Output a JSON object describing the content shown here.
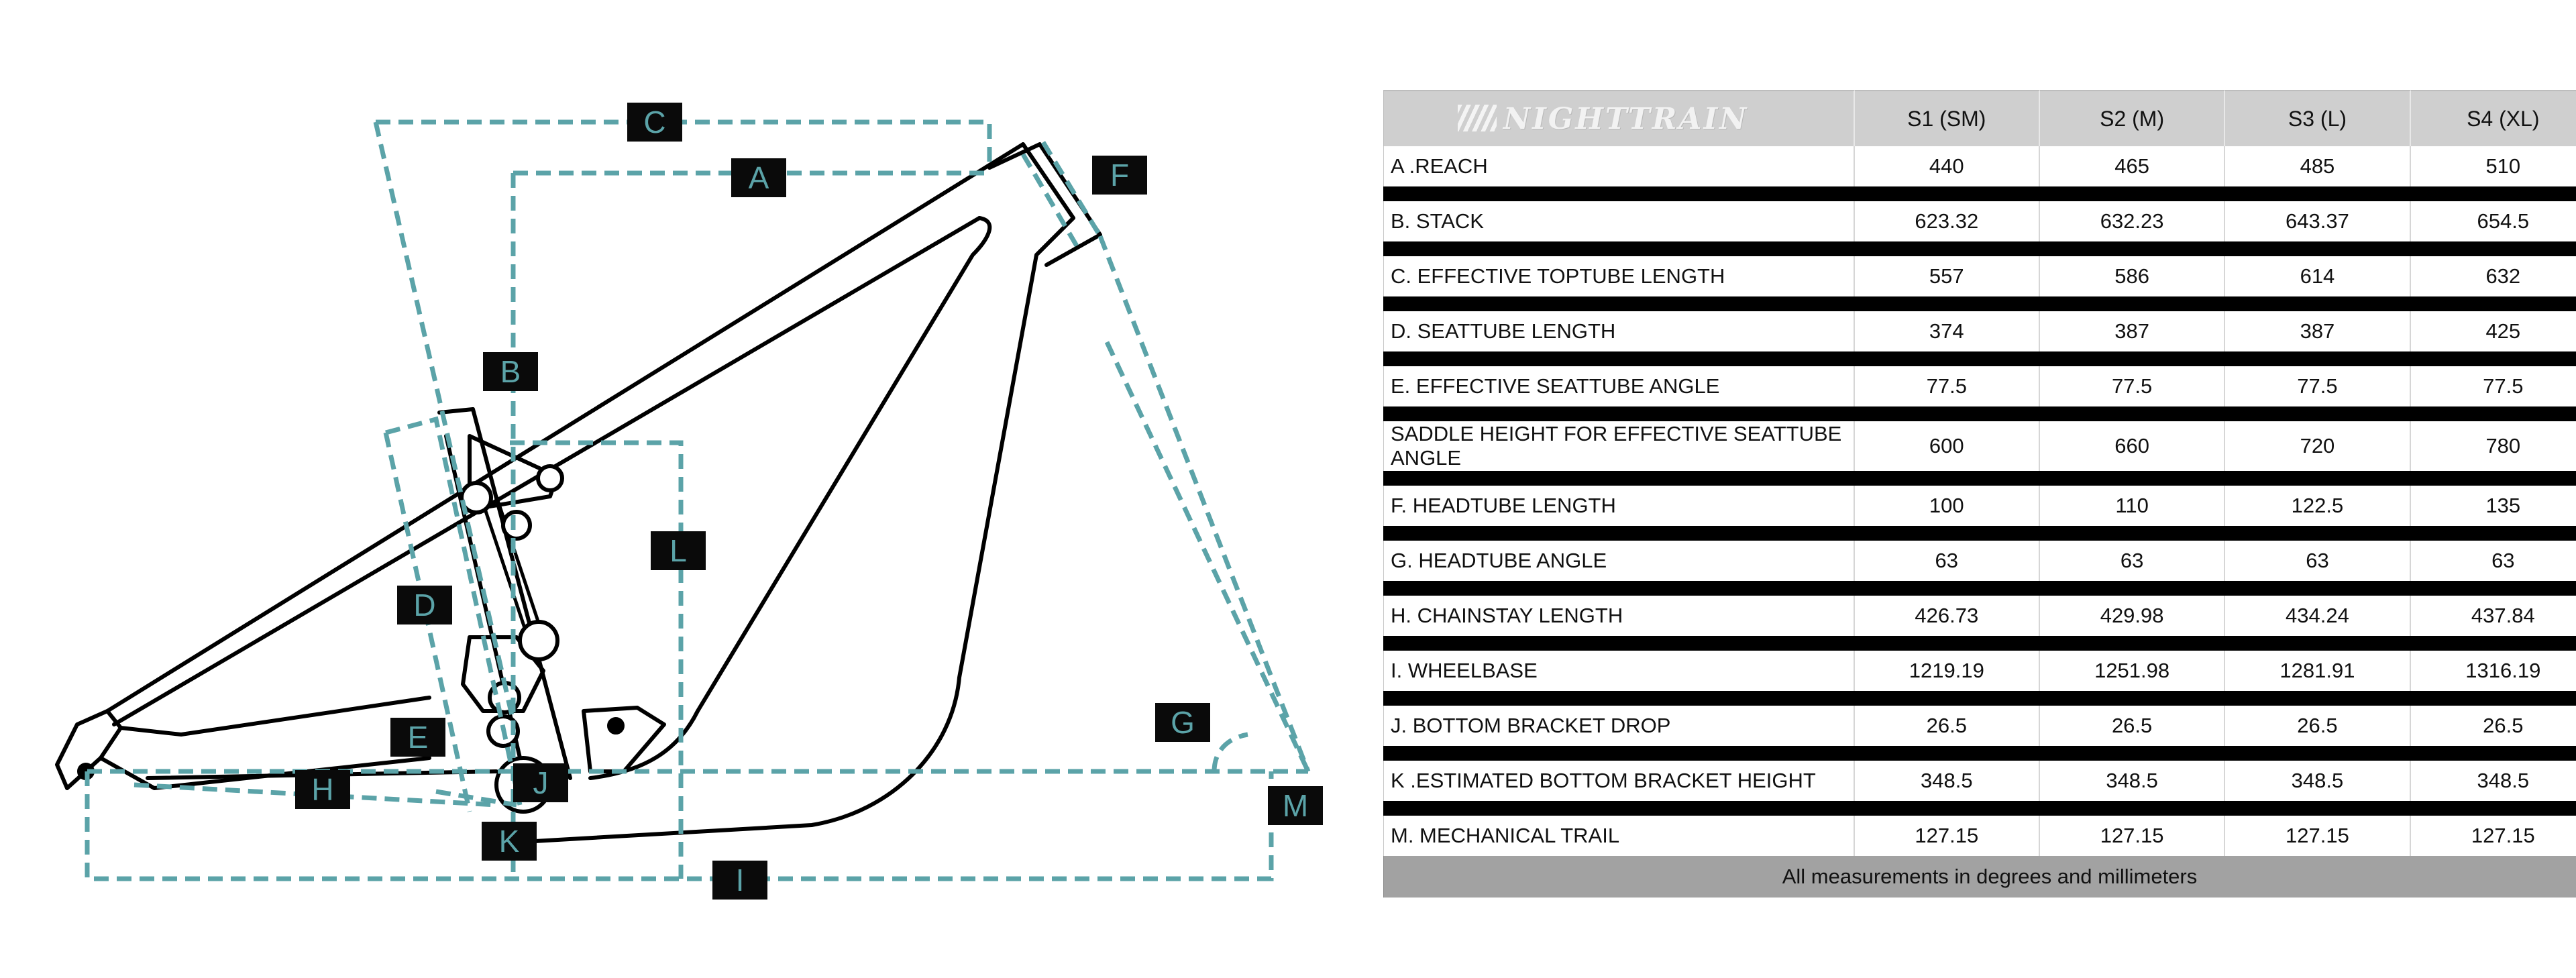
{
  "diagram": {
    "labels": [
      "A",
      "B",
      "C",
      "D",
      "E",
      "F",
      "G",
      "H",
      "I",
      "J",
      "K",
      "L",
      "M"
    ],
    "dim_color": "#5ba3a8",
    "box_color": "#0a0a0a"
  },
  "table": {
    "logo_text": "NIGHTTRAIN",
    "headers": [
      "S1 (SM)",
      "S2 (M)",
      "S3 (L)",
      "S4 (XL)"
    ],
    "rows": [
      {
        "label": "A .REACH",
        "values": [
          "440",
          "465",
          "485",
          "510"
        ]
      },
      {
        "label": "B. STACK",
        "values": [
          "623.32",
          "632.23",
          "643.37",
          "654.5"
        ]
      },
      {
        "label": "C. EFFECTIVE TOPTUBE LENGTH",
        "values": [
          "557",
          "586",
          "614",
          "632"
        ]
      },
      {
        "label": "D. SEATTUBE LENGTH",
        "values": [
          "374",
          "387",
          "387",
          "425"
        ]
      },
      {
        "label": "E. EFFECTIVE SEATTUBE ANGLE",
        "values": [
          "77.5",
          "77.5",
          "77.5",
          "77.5"
        ]
      },
      {
        "label": "SADDLE HEIGHT FOR EFFECTIVE SEATTUBE ANGLE",
        "values": [
          "600",
          "660",
          "720",
          "780"
        ]
      },
      {
        "label": "F. HEADTUBE LENGTH",
        "values": [
          "100",
          "110",
          "122.5",
          "135"
        ]
      },
      {
        "label": "G. HEADTUBE ANGLE",
        "values": [
          "63",
          "63",
          "63",
          "63"
        ]
      },
      {
        "label": "H. CHAINSTAY LENGTH",
        "values": [
          "426.73",
          "429.98",
          "434.24",
          "437.84"
        ]
      },
      {
        "label": "I. WHEELBASE",
        "values": [
          "1219.19",
          "1251.98",
          "1281.91",
          "1316.19"
        ]
      },
      {
        "label": "J. BOTTOM BRACKET DROP",
        "values": [
          "26.5",
          "26.5",
          "26.5",
          "26.5"
        ]
      },
      {
        "label": "K .ESTIMATED BOTTOM BRACKET HEIGHT",
        "values": [
          "348.5",
          "348.5",
          "348.5",
          "348.5"
        ]
      },
      {
        "label": "M. MECHANICAL TRAIL",
        "values": [
          "127.15",
          "127.15",
          "127.15",
          "127.15"
        ]
      }
    ],
    "footer": "All measurements in degrees and millimeters"
  }
}
